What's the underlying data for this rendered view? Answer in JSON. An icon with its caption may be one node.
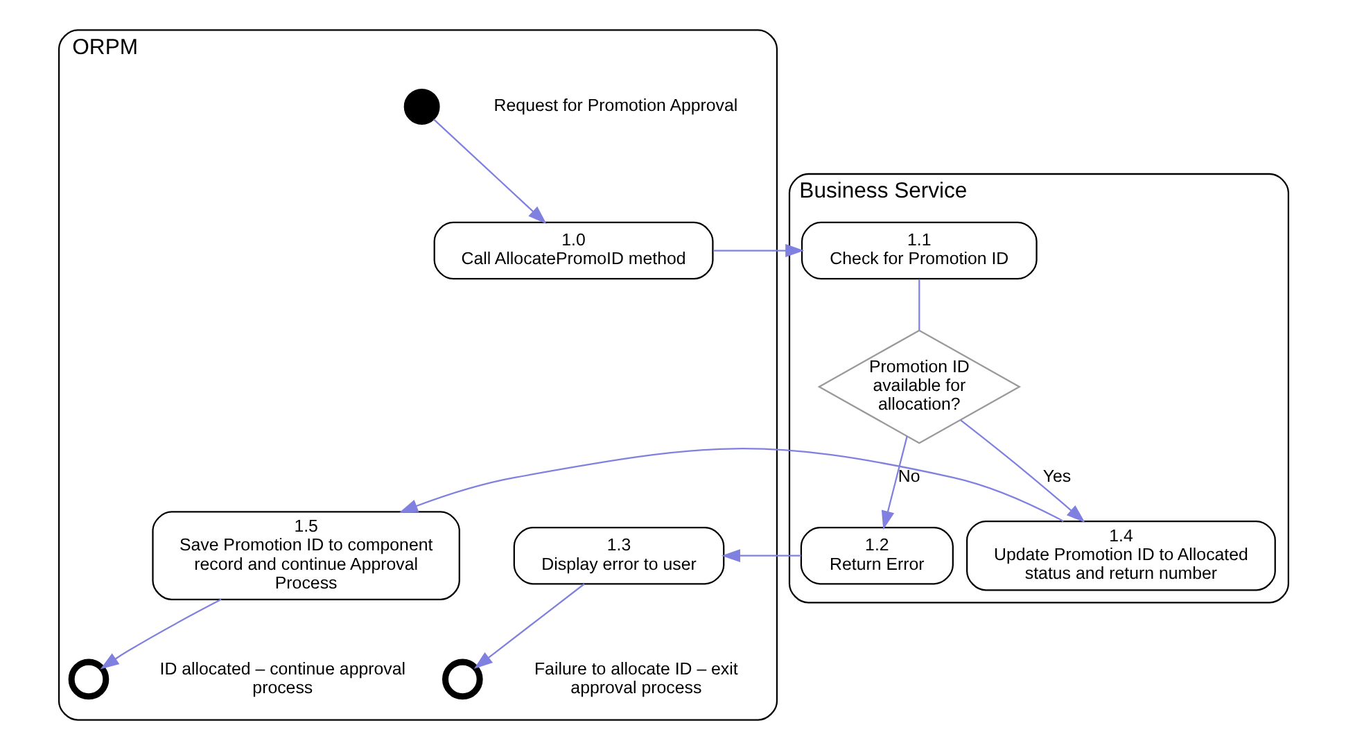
{
  "diagram": {
    "nodes": [
      {
        "text": [
          "ORPM"
        ]
      },
      {
        "text": [
          "Business Service"
        ]
      },
      {
        "text": [],
        "shape": "circle",
        "in": 0,
        "beside": [
          "Request for Promotion Approval"
        ]
      },
      {
        "text": [
          "1.0",
          "Call AllocatePromoID method"
        ],
        "in": 0
      },
      {
        "text": [
          "1.1",
          "Check for Promotion ID"
        ],
        "in": 1
      },
      {
        "text": [
          "Promotion ID available for allocation?"
        ],
        "in": 1
      },
      {
        "text": [
          "1.2",
          "Return Error"
        ],
        "in": 1
      },
      {
        "text": [
          "1.3",
          "Display error to user"
        ],
        "in": 0
      },
      {
        "text": [],
        "shape": "circle",
        "in": 0,
        "beside": [
          "Failure to allocate ID – exit approval process"
        ]
      },
      {
        "text": [
          "1.4",
          "Update Promotion ID to Allocated status and return number"
        ],
        "in": 1
      },
      {
        "text": [
          "1.5",
          "Save Promotion ID to component record and continue Approval Process"
        ],
        "in": 0
      },
      {
        "text": [],
        "shape": "circle",
        "in": 0,
        "beside": [
          "ID allocated – continue approval process"
        ]
      }
    ],
    "edges": [
      {
        "from": 2,
        "to": 3,
        "arrow": "to"
      },
      {
        "from": 3,
        "to": 4,
        "arrow": "to"
      },
      {
        "from": 4,
        "to": 5,
        "arrow": "none"
      },
      {
        "from": 5,
        "to": 6,
        "arrow": "to",
        "label": "No"
      },
      {
        "from": 5,
        "to": 9,
        "arrow": "to",
        "label": "Yes"
      },
      {
        "from": 6,
        "to": 7,
        "arrow": "to"
      },
      {
        "from": 7,
        "to": 8,
        "arrow": "to"
      },
      {
        "from": 9,
        "to": 10,
        "arrow": "to"
      },
      {
        "from": 10,
        "to": 11,
        "arrow": "to"
      }
    ]
  }
}
